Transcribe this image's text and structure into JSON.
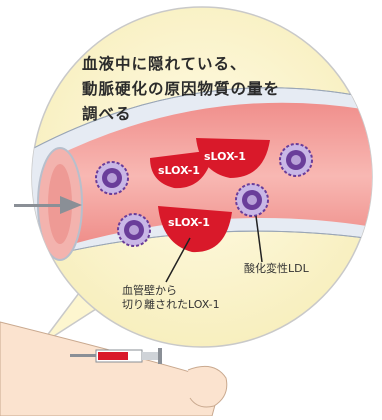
{
  "headline": {
    "line1": "血液中に隠れている、",
    "line2": "動脈硬化の原因物質の量を",
    "line3": "調べる"
  },
  "tag_label": "sLOX-1",
  "labels": {
    "oxidized_ldl": "酸化変性LDL",
    "detached_lox_line1": "血管壁から",
    "detached_lox_line2": "切り離されたLOX-1"
  },
  "colors": {
    "bubble_fill": "#fdf6cf",
    "bubble_stroke": "#c9c9c9",
    "vessel_pink": "#f6aaa6",
    "vessel_outer": "#e9edf4",
    "slox_red": "#d9192a",
    "ldl_purple": "#6a3d9a",
    "ldl_spike": "#b8a0d8",
    "skin": "#fbe3cf"
  }
}
